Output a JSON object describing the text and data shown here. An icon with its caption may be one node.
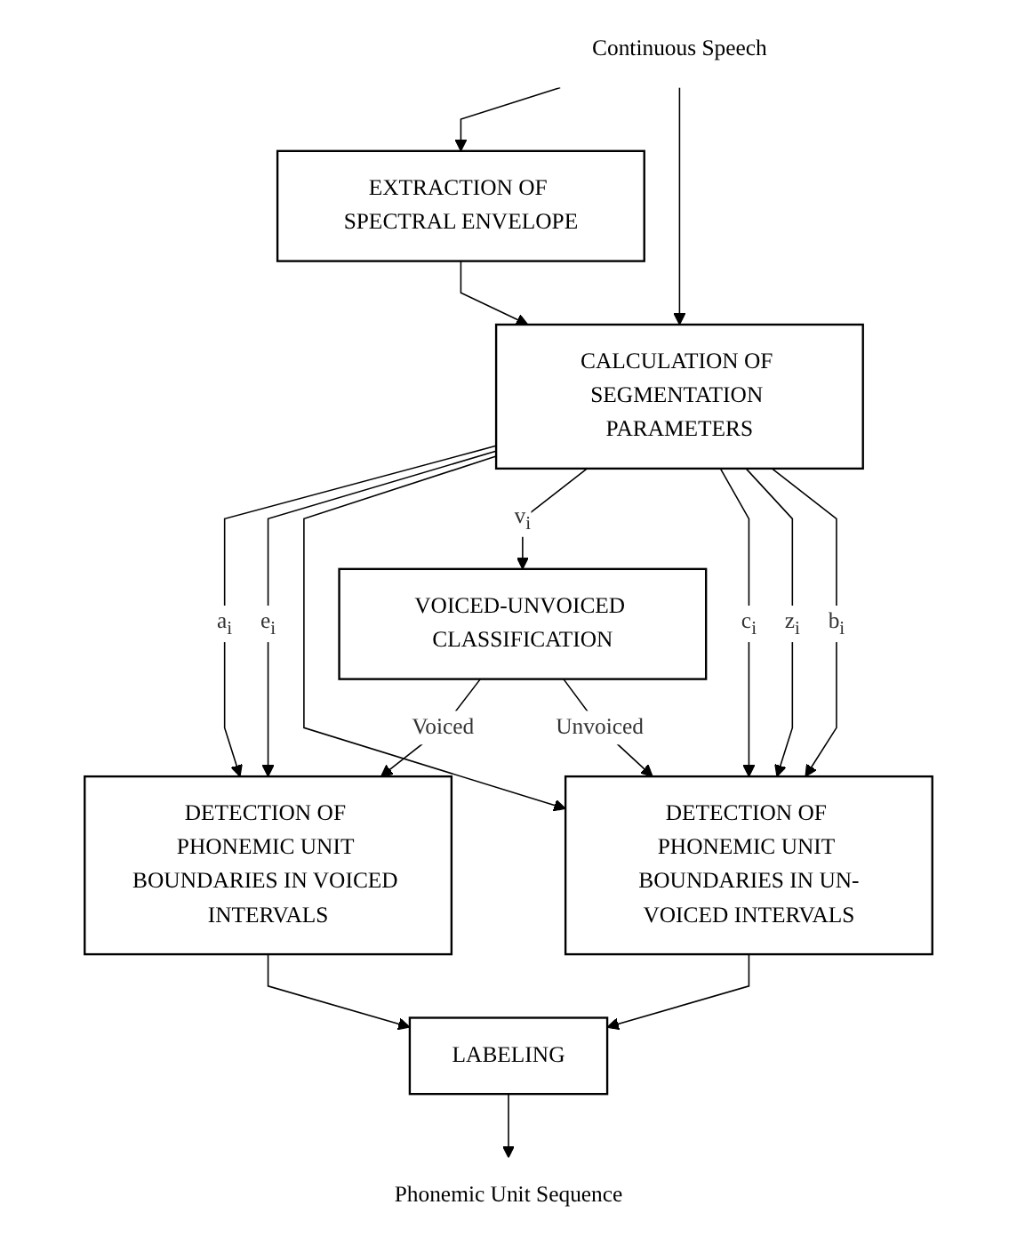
{
  "diagram": {
    "nodes": [
      {
        "text": [
          "Continuous Speech"
        ]
      },
      {
        "text": [
          "EXTRACTION OF SPECTRAL ENVELOPE"
        ]
      },
      {
        "text": [
          "CALCULATION OF SEGMENTATION PARAMETERS"
        ]
      },
      {
        "text": [
          "VOICED-UNVOICED CLASSIFICATION"
        ]
      },
      {
        "text": [
          "DETECTION OF PHONEMIC UNIT BOUNDARIES IN VOICED INTERVALS"
        ]
      },
      {
        "text": [
          "DETECTION OF PHONEMIC UNIT BOUNDARIES IN UN-VOICED INTERVALS"
        ]
      },
      {
        "text": [
          "LABELING"
        ]
      },
      {
        "text": [
          "Phonemic Unit Sequence"
        ]
      }
    ],
    "edges": [
      {
        "from": 0,
        "to": 1,
        "arrow": "to"
      },
      {
        "from": 0,
        "to": 2,
        "arrow": "to"
      },
      {
        "from": 1,
        "to": 2,
        "arrow": "to"
      },
      {
        "from": 2,
        "to": 4,
        "arrow": "to",
        "label": "a$_{i}$"
      },
      {
        "from": 2,
        "to": 4,
        "arrow": "to",
        "label": "e$_{i}$"
      },
      {
        "from": 2,
        "to": 5,
        "arrow": "to"
      },
      {
        "from": 2,
        "to": 3,
        "arrow": "to",
        "label": "v$_{i}$"
      },
      {
        "from": 2,
        "to": 5,
        "arrow": "to",
        "label": "c$_{i}$"
      },
      {
        "from": 2,
        "to": 5,
        "arrow": "to",
        "label": "z$_{i}$"
      },
      {
        "from": 2,
        "to": 5,
        "arrow": "to",
        "label": "b$_{i}$"
      },
      {
        "from": 3,
        "to": 4,
        "arrow": "to",
        "label": "Voiced"
      },
      {
        "from": 3,
        "to": 5,
        "arrow": "to",
        "label": "Unvoiced"
      },
      {
        "from": 4,
        "to": 6,
        "arrow": "to"
      },
      {
        "from": 5,
        "to": 6,
        "arrow": "to"
      },
      {
        "from": 6,
        "to": 7,
        "arrow": "to"
      }
    ]
  }
}
